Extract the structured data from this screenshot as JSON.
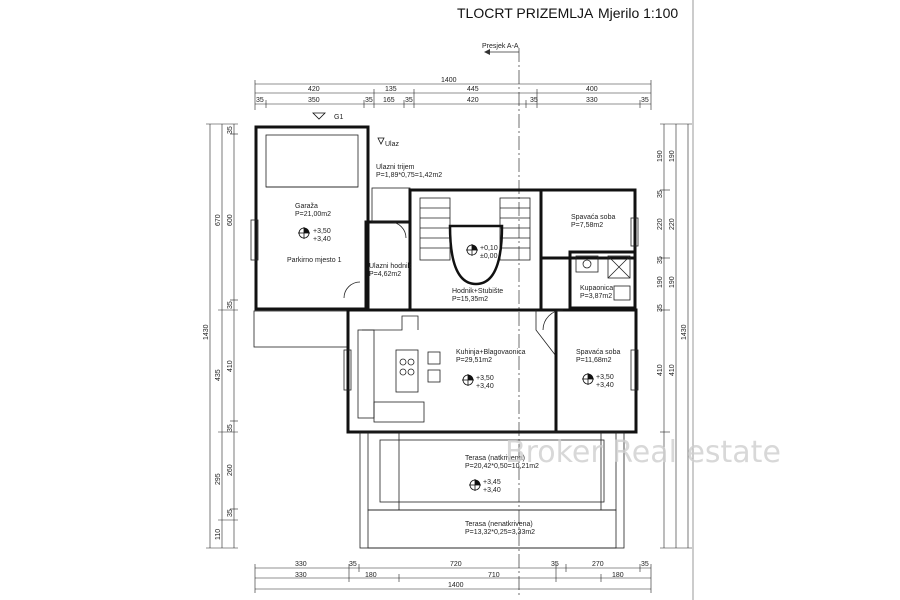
{
  "title": "TLOCRT PRIZEMLJA",
  "scale": "Mjerilo 1:100",
  "section_label": "Presjek A-A",
  "entrance_label": "Ulaz",
  "g1_label": "G1",
  "watermark": "Broker Real estate",
  "top_dims": {
    "total": "1400",
    "row1": [
      "420",
      "135",
      "445",
      "400"
    ],
    "row2": [
      "35",
      "350",
      "35",
      "165",
      "35",
      "420",
      "35",
      "330",
      "35"
    ]
  },
  "bottom_dims": {
    "total": "1400",
    "row1": [
      "330",
      "35",
      "720",
      "35",
      "270",
      "35"
    ],
    "row2": [
      "330",
      "180",
      "710",
      "180"
    ]
  },
  "left_dims": {
    "total": "1430",
    "outer": [
      "670",
      "435",
      "295",
      "110"
    ],
    "inner": [
      "35",
      "600",
      "35",
      "410",
      "35",
      "260",
      "35"
    ]
  },
  "right_dims": {
    "total": "1430",
    "outer": [
      "190",
      "220",
      "190",
      "410"
    ],
    "inner": [
      "190",
      "35",
      "220",
      "35",
      "190",
      "35",
      "410"
    ]
  },
  "rooms": {
    "porch": {
      "name": "Ulazni trijem",
      "area": "P=1,89*0,75=1,42m2"
    },
    "garage": {
      "name": "Garaža",
      "area": "P=21,00m2",
      "lvl1": "+3,50",
      "lvl2": "+3,40",
      "extra": "Parkirno mjesto 1"
    },
    "hall": {
      "name": "Ulazni hodnik",
      "area": "P=4,62m2"
    },
    "stairs": {
      "name": "Hodnik+Stubište",
      "area": "P=15,35m2",
      "lvl1": "+0,10",
      "lvl2": "±0,00"
    },
    "bedroom1": {
      "name": "Spavaća soba",
      "area": "P=7,58m2"
    },
    "bath": {
      "name": "Kupaonica",
      "area": "P=3,87m2"
    },
    "kitchen": {
      "name": "Kuhinja+Blagovaonica",
      "area": "P=29,51m2",
      "lvl1": "+3,50",
      "lvl2": "+3,40"
    },
    "bedroom2": {
      "name": "Spavaća soba",
      "area": "P=11,68m2",
      "lvl1": "+3,50",
      "lvl2": "+3,40"
    },
    "terrace1": {
      "name": "Terasa (natkrivena)",
      "area": "P=20,42*0,50=10,21m2",
      "lvl1": "+3,45",
      "lvl2": "+3,40"
    },
    "terrace2": {
      "name": "Terasa (nenatkrivena)",
      "area": "P=13,32*0,25=3,33m2"
    }
  }
}
